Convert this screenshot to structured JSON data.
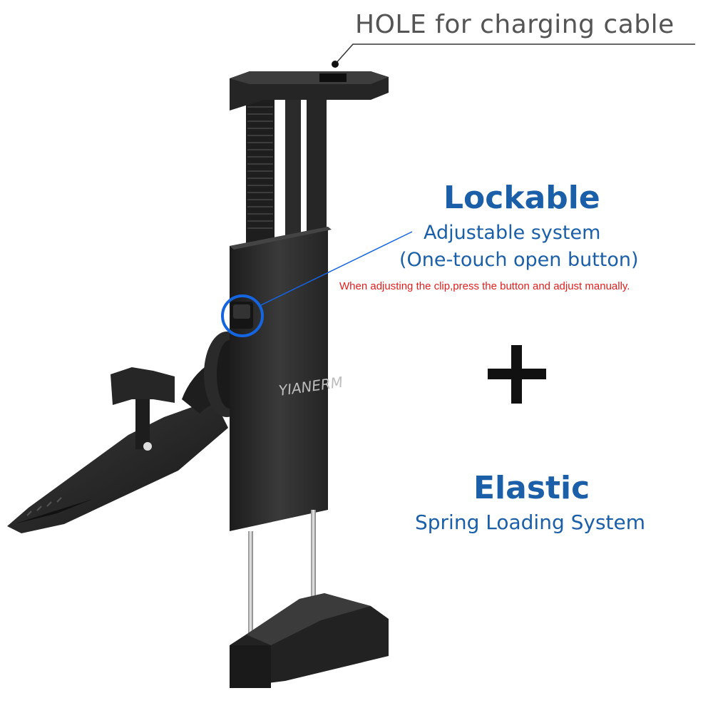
{
  "labels": {
    "hole": "HOLE for charging cable",
    "lockable_title": "Lockable",
    "lockable_subtitle_1": "Adjustable system",
    "lockable_subtitle_2": "(One-touch open button)",
    "lockable_note": "When adjusting the clip,press the button and adjust manually.",
    "elastic_title": "Elastic",
    "elastic_subtitle": "Spring Loading System"
  },
  "brand": {
    "logo_text": "YIANERM"
  },
  "colors": {
    "accent_blue": "#1a5fa8",
    "note_red": "#e0201e",
    "highlight_circle": "#1565e0",
    "product_black": "#2a2a2a",
    "label_gray": "#555555"
  }
}
